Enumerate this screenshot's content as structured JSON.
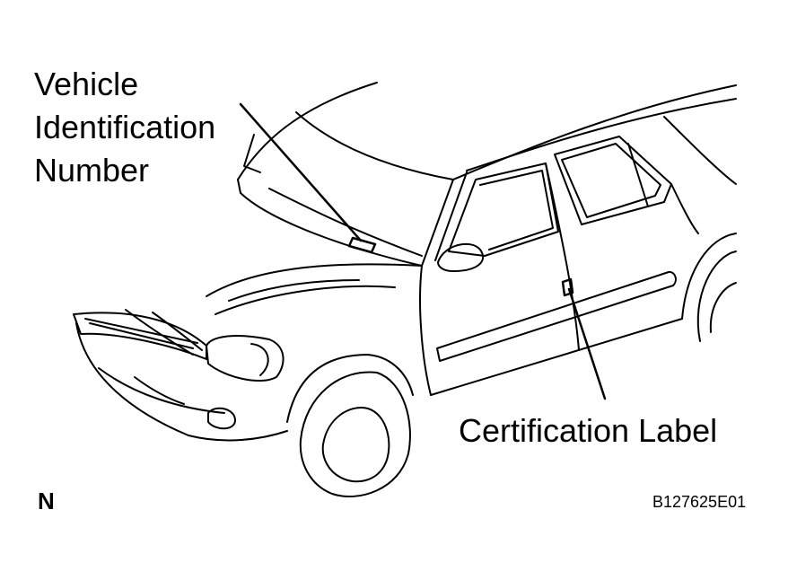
{
  "callouts": {
    "vin": {
      "line1": "Vehicle",
      "line2": "Identification",
      "line3": "Number"
    },
    "certification": "Certification Label"
  },
  "corner_mark": "N",
  "figure_code": "B127625E01",
  "colors": {
    "line": "#000000",
    "background": "#ffffff"
  }
}
